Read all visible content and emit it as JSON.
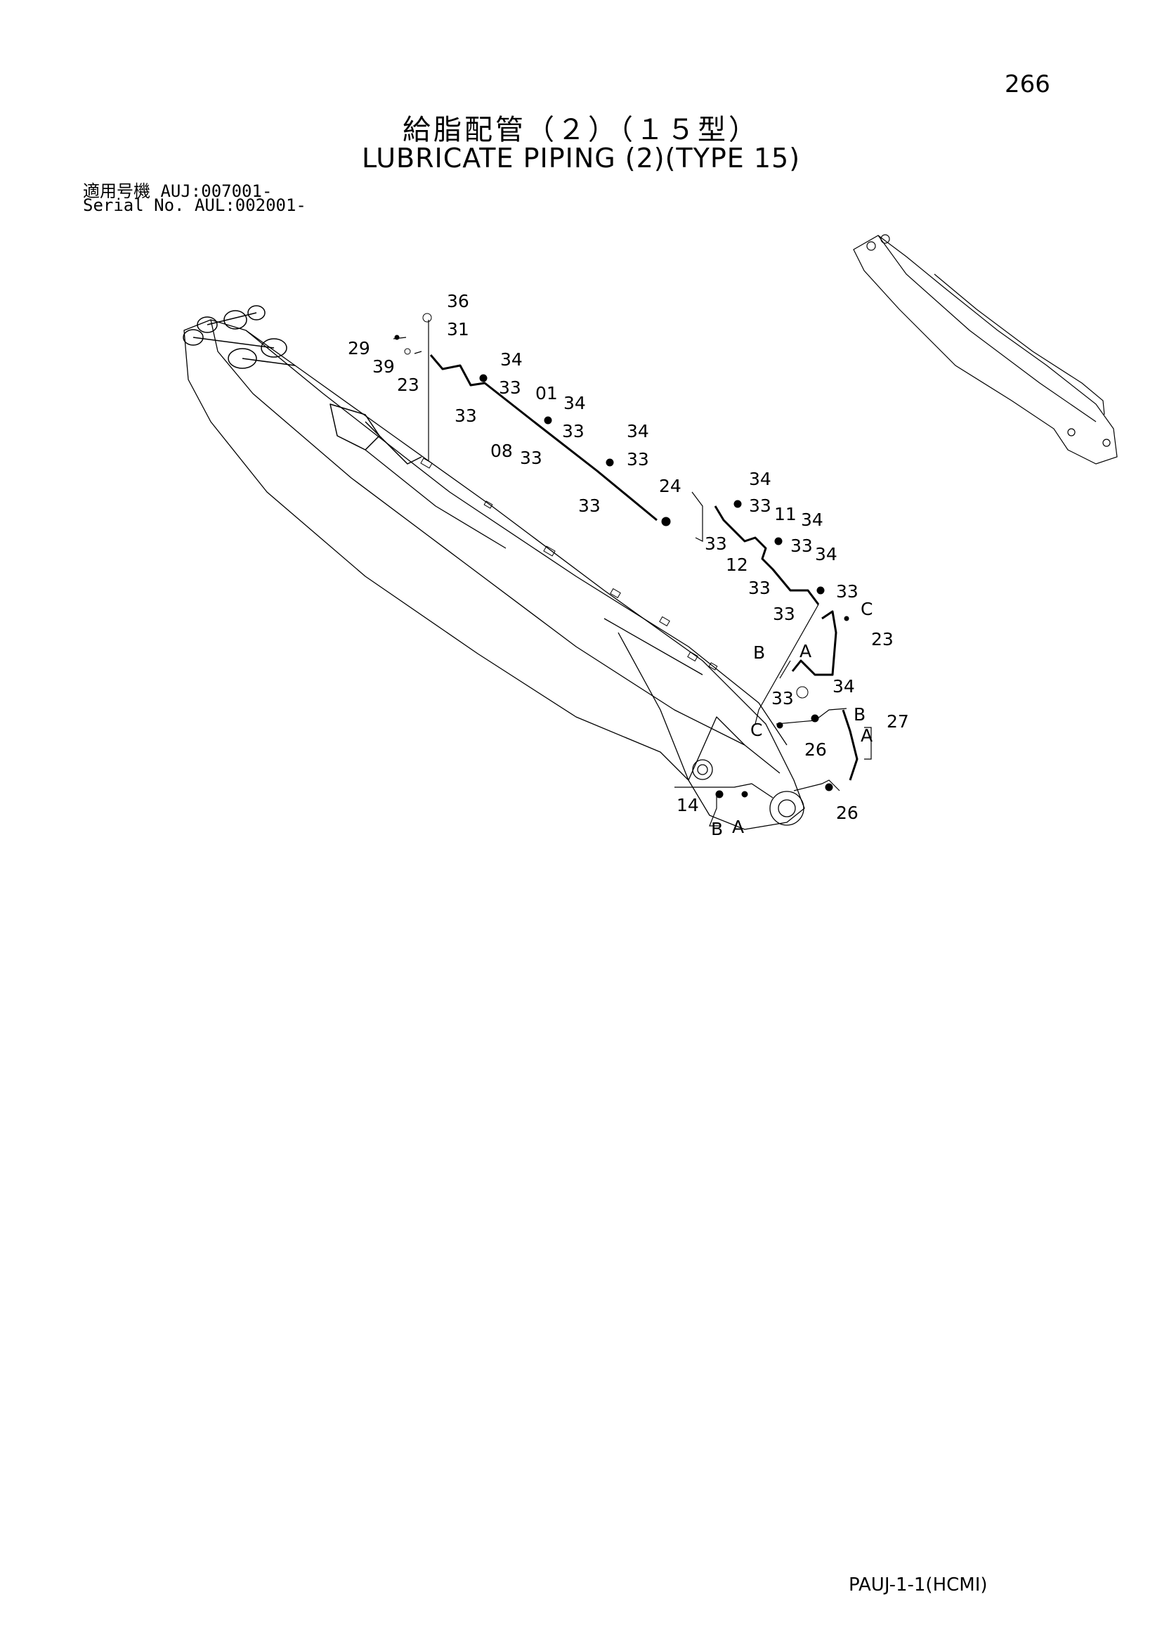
{
  "page_number": "266",
  "title_jp": "給脂配管（２）（１５型）",
  "title_en": "LUBRICATE PIPING (2)(TYPE 15)",
  "serial_jp": "適用号機  AUJ:007001-",
  "serial_en": "Serial No.  AUL:002001-",
  "footer_code": "PAUJ-1-1(HCMI)",
  "callouts": [
    {
      "id": "36",
      "text": "36"
    },
    {
      "id": "31",
      "text": "31"
    },
    {
      "id": "29",
      "text": "29"
    },
    {
      "id": "39",
      "text": "39"
    },
    {
      "id": "23a",
      "text": "23"
    },
    {
      "id": "34a",
      "text": "34"
    },
    {
      "id": "33a",
      "text": "33"
    },
    {
      "id": "33b",
      "text": "33"
    },
    {
      "id": "01",
      "text": "01"
    },
    {
      "id": "34b",
      "text": "34"
    },
    {
      "id": "08",
      "text": "08"
    },
    {
      "id": "33c",
      "text": "33"
    },
    {
      "id": "33d",
      "text": "33"
    },
    {
      "id": "34c",
      "text": "34"
    },
    {
      "id": "33e",
      "text": "33"
    },
    {
      "id": "33f",
      "text": "33"
    },
    {
      "id": "24",
      "text": "24"
    },
    {
      "id": "34d",
      "text": "34"
    },
    {
      "id": "33g",
      "text": "33"
    },
    {
      "id": "11",
      "text": "11"
    },
    {
      "id": "34e",
      "text": "34"
    },
    {
      "id": "33h",
      "text": "33"
    },
    {
      "id": "33i",
      "text": "33"
    },
    {
      "id": "12",
      "text": "12"
    },
    {
      "id": "34f",
      "text": "34"
    },
    {
      "id": "33j",
      "text": "33"
    },
    {
      "id": "33k",
      "text": "33"
    },
    {
      "id": "33l",
      "text": "33"
    },
    {
      "id": "C1",
      "text": "C"
    },
    {
      "id": "23b",
      "text": "23"
    },
    {
      "id": "B1",
      "text": "B"
    },
    {
      "id": "A1",
      "text": "A"
    },
    {
      "id": "33m",
      "text": "33"
    },
    {
      "id": "34g",
      "text": "34"
    },
    {
      "id": "C2",
      "text": "C"
    },
    {
      "id": "B2",
      "text": "B"
    },
    {
      "id": "27",
      "text": "27"
    },
    {
      "id": "A2",
      "text": "A"
    },
    {
      "id": "26a",
      "text": "26"
    },
    {
      "id": "14",
      "text": "14"
    },
    {
      "id": "B3",
      "text": "B"
    },
    {
      "id": "A3",
      "text": "A"
    },
    {
      "id": "26b",
      "text": "26"
    }
  ]
}
